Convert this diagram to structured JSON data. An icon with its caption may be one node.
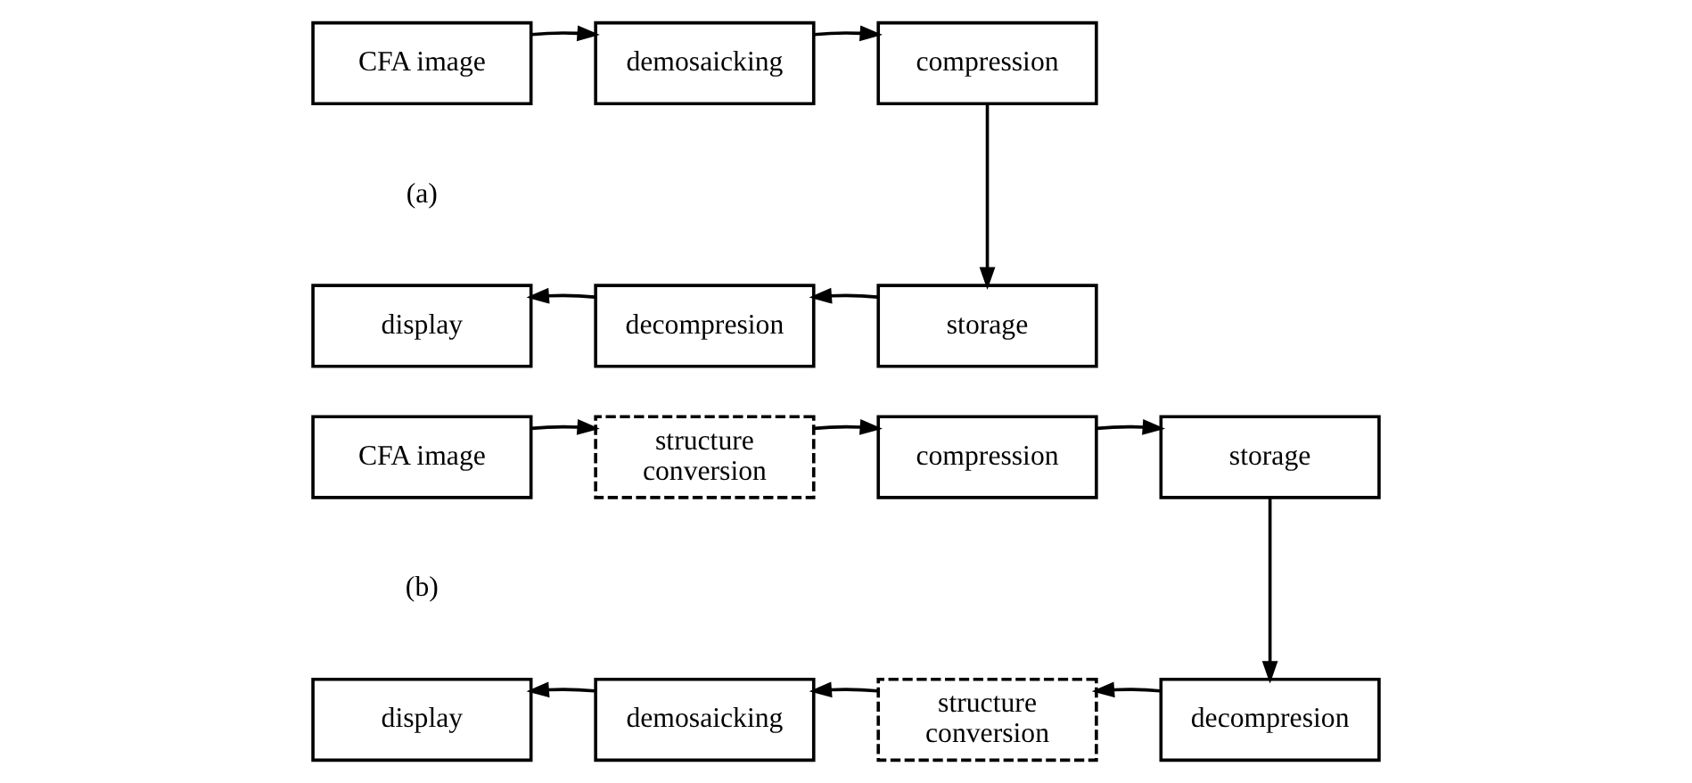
{
  "diagram": {
    "nodes": [
      {
        "text": [
          "CFA image"
        ]
      },
      {
        "text": [
          "demosaicking"
        ]
      },
      {
        "text": [
          "compression"
        ]
      },
      {
        "text": [
          "storage"
        ]
      },
      {
        "text": [
          "decompresion"
        ]
      },
      {
        "text": [
          "display"
        ]
      },
      {
        "text": [
          "CFA image"
        ]
      },
      {
        "text": [
          "structure conversion"
        ]
      },
      {
        "text": [
          "compression"
        ]
      },
      {
        "text": [
          "storage"
        ]
      },
      {
        "text": [
          "decompresion"
        ]
      },
      {
        "text": [
          "structure conversion"
        ]
      },
      {
        "text": [
          "demosaicking"
        ]
      },
      {
        "text": [
          "display"
        ]
      }
    ],
    "edges": [
      {
        "from": 0,
        "to": 1,
        "arrow": "to"
      },
      {
        "from": 1,
        "to": 2,
        "arrow": "to"
      },
      {
        "from": 2,
        "to": 3,
        "arrow": "to"
      },
      {
        "from": 3,
        "to": 4,
        "arrow": "to"
      },
      {
        "from": 4,
        "to": 5,
        "arrow": "to"
      },
      {
        "from": 6,
        "to": 7,
        "arrow": "to"
      },
      {
        "from": 7,
        "to": 8,
        "arrow": "to"
      },
      {
        "from": 8,
        "to": 9,
        "arrow": "to"
      },
      {
        "from": 9,
        "to": 10,
        "arrow": "to"
      },
      {
        "from": 10,
        "to": 11,
        "arrow": "to"
      },
      {
        "from": 11,
        "to": 12,
        "arrow": "to"
      },
      {
        "from": 12,
        "to": 13,
        "arrow": "to"
      }
    ],
    "labels": [
      "(a)",
      "(b)"
    ]
  }
}
